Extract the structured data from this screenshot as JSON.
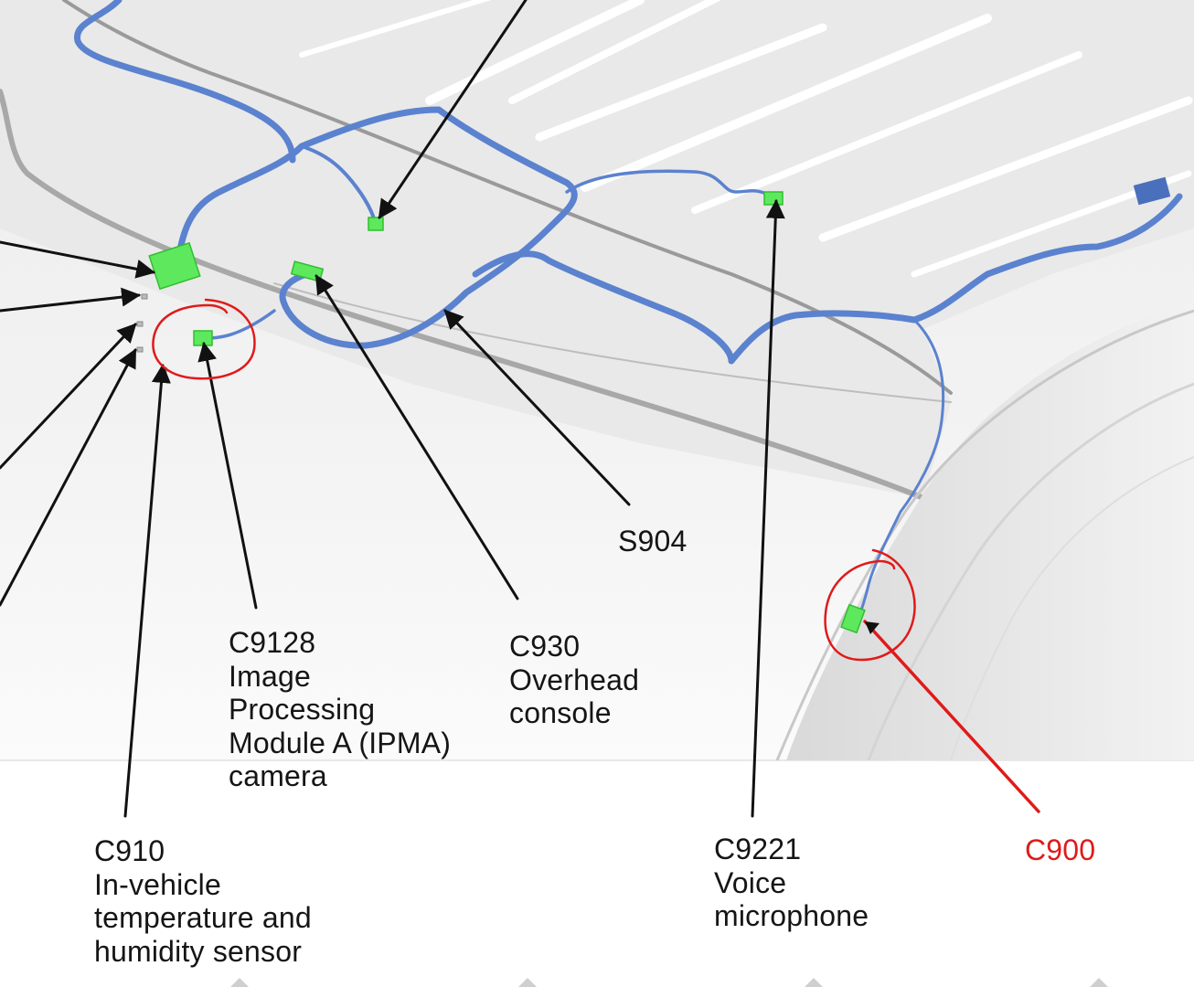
{
  "callouts": {
    "c9128": [
      "C9128",
      "Image",
      "Processing",
      "Module A (IPMA)",
      "camera"
    ],
    "c930": [
      "C930",
      "Overhead",
      "console"
    ],
    "s904": [
      "S904"
    ],
    "c910": [
      "C910",
      "In-vehicle",
      "temperature and",
      "humidity sensor"
    ],
    "c9221": [
      "C9221",
      "Voice",
      "microphone"
    ],
    "c900": [
      "C900"
    ]
  },
  "colors": {
    "harness_blue": "#5b82cf",
    "connector_green": "#5ee85e",
    "annotation_red": "#e01a1a",
    "leader_black": "#111111"
  }
}
